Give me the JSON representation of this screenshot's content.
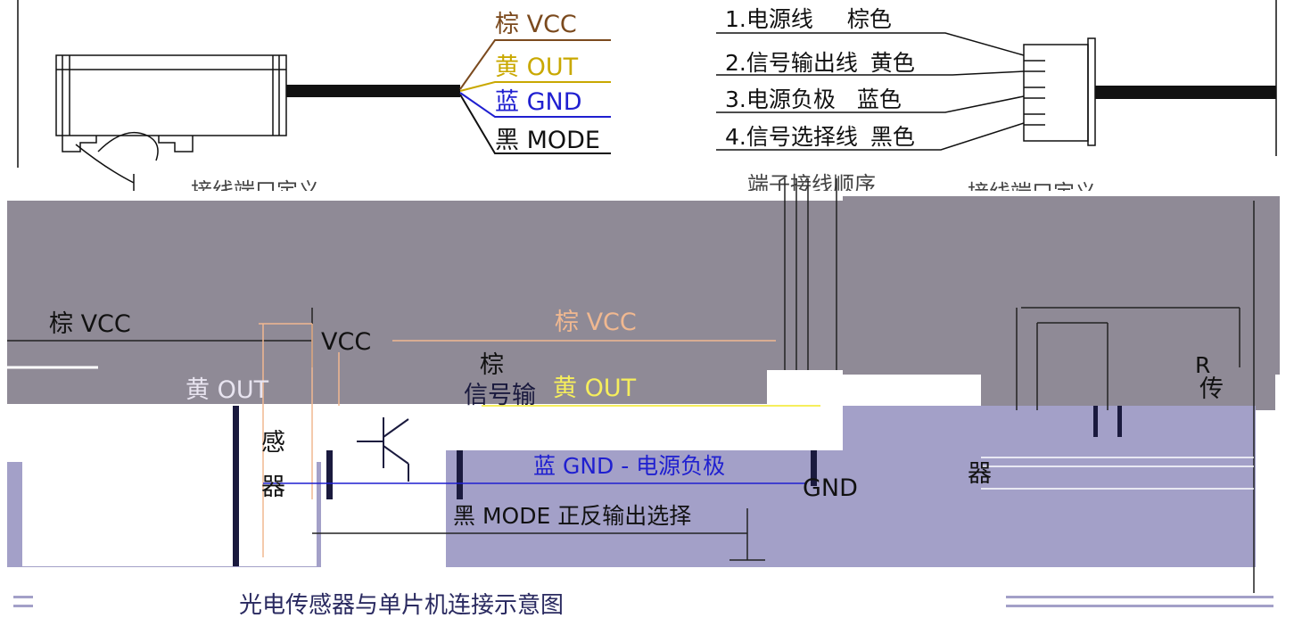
{
  "colors": {
    "brown": "#7b4a1e",
    "yellow": "#c9a800",
    "blue": "#1f1fd0",
    "black": "#111111",
    "band_gray": "#8f8a96",
    "band_lavender": "#a3a0c8",
    "peach": "#f0b890",
    "pale_yellow": "#f6ee5c",
    "navy": "#1a1a3e"
  },
  "top": {
    "wire_labels": [
      {
        "color": "棕",
        "signal": "VCC"
      },
      {
        "color": "黄",
        "signal": "OUT"
      },
      {
        "color": "蓝",
        "signal": "GND"
      },
      {
        "color": "黑",
        "signal": "MODE"
      }
    ],
    "pin_list": [
      {
        "name": "1.电源线",
        "color": "棕色"
      },
      {
        "name": "2.信号输出线",
        "color": "黄色"
      },
      {
        "name": "3.电源负极",
        "color": "蓝色"
      },
      {
        "name": "4.信号选择线",
        "color": "黑色"
      }
    ],
    "caption_left": "接线端口定义",
    "caption_mid": "端子接线顺序",
    "caption_right": "接线端口定义"
  },
  "bottom": {
    "left_vcc": "棕 VCC",
    "vcc_label": "VCC",
    "out_label": "黄 OUT",
    "sensor_chars": [
      "感",
      "器"
    ],
    "mid_brown_char": "棕",
    "mid_vcc": "棕 VCC",
    "mid_out": "黄 OUT",
    "mid_signal": "信号输",
    "gnd_wire": "蓝 GND - 电源负极",
    "mode_wire": "黑 MODE 正反输出选择",
    "gnd_label": "GND",
    "right_chars": [
      "传",
      "器"
    ],
    "right_r": "R",
    "footer": "光电传感器与单片机连接示意图"
  }
}
